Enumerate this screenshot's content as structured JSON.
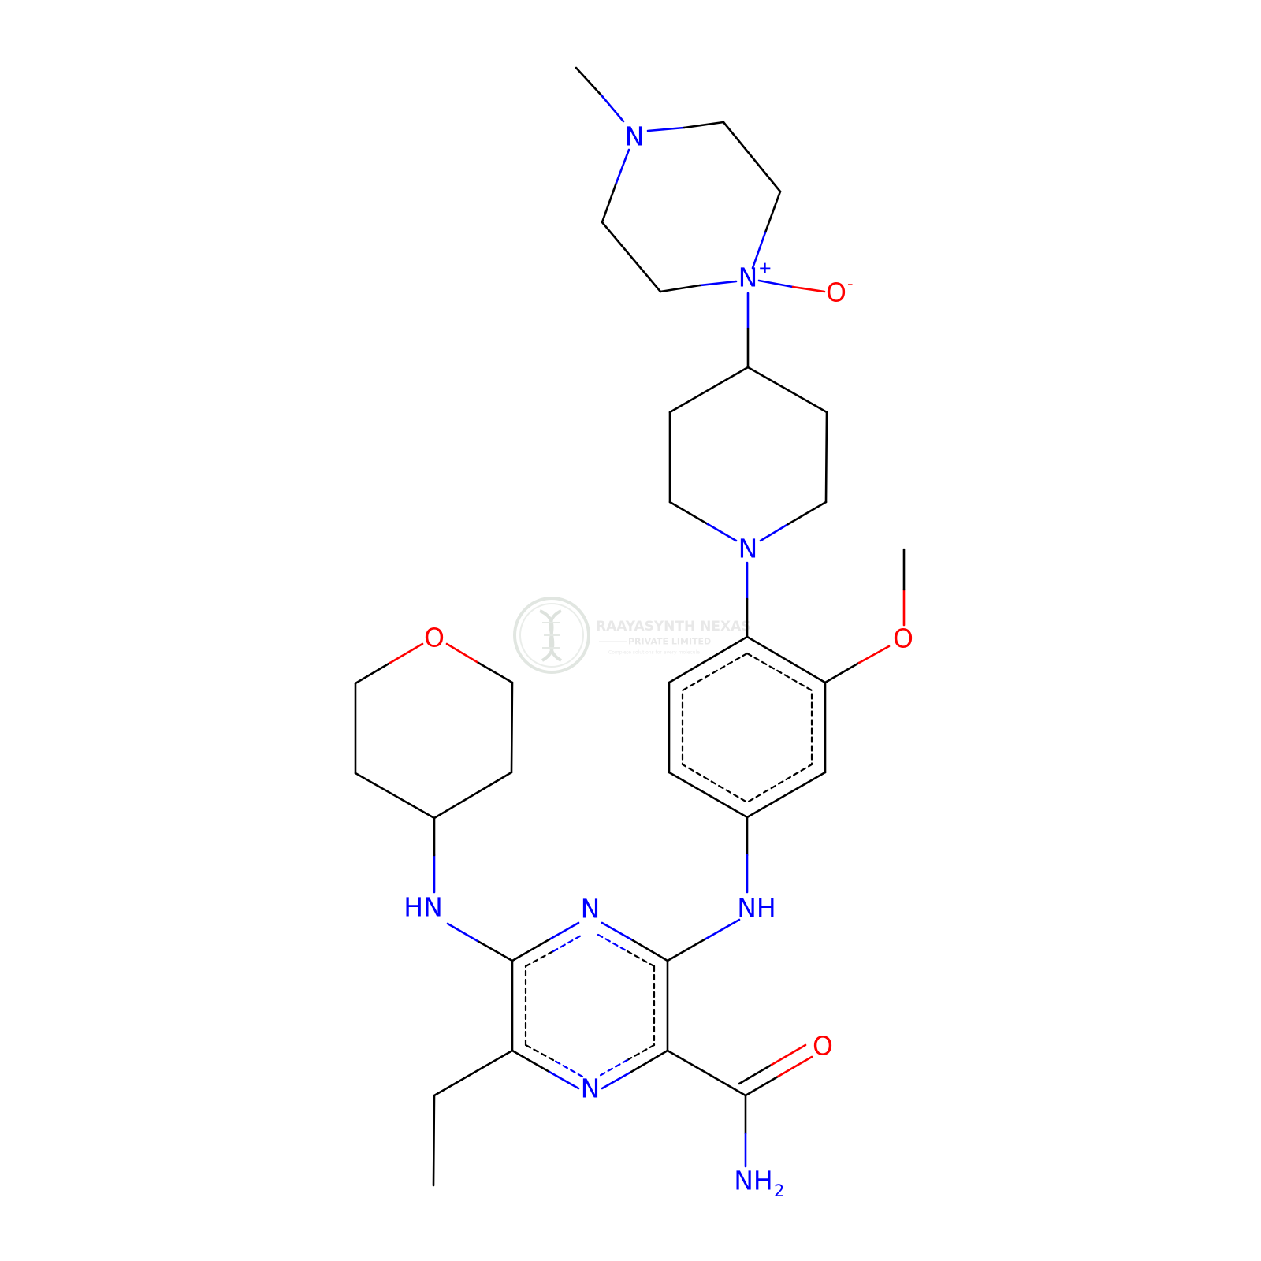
{
  "structure": {
    "labels": {
      "n_methyl": "N",
      "n_oxide": "N",
      "n_oxide_charge": "+",
      "o_oxide": "O",
      "o_oxide_charge": "-",
      "n_piperidine": "N",
      "o_methoxy": "O",
      "o_oxane": "O",
      "nh_aryl": "NH",
      "hn_oxane": "HN",
      "n_pyrazine_top": "N",
      "n_pyrazine_bottom": "N",
      "o_carbonyl": "O",
      "nh2": "NH",
      "nh2_subscript": "2"
    },
    "colors": {
      "carbon": "#000000",
      "nitrogen": "#0000ff",
      "oxygen": "#ff0000"
    }
  },
  "watermark": {
    "title": "RAAYASYNTH NEXAS",
    "subtitle": "PRIVATE LIMITED",
    "tagline": "Complete solutions for every molecule"
  }
}
